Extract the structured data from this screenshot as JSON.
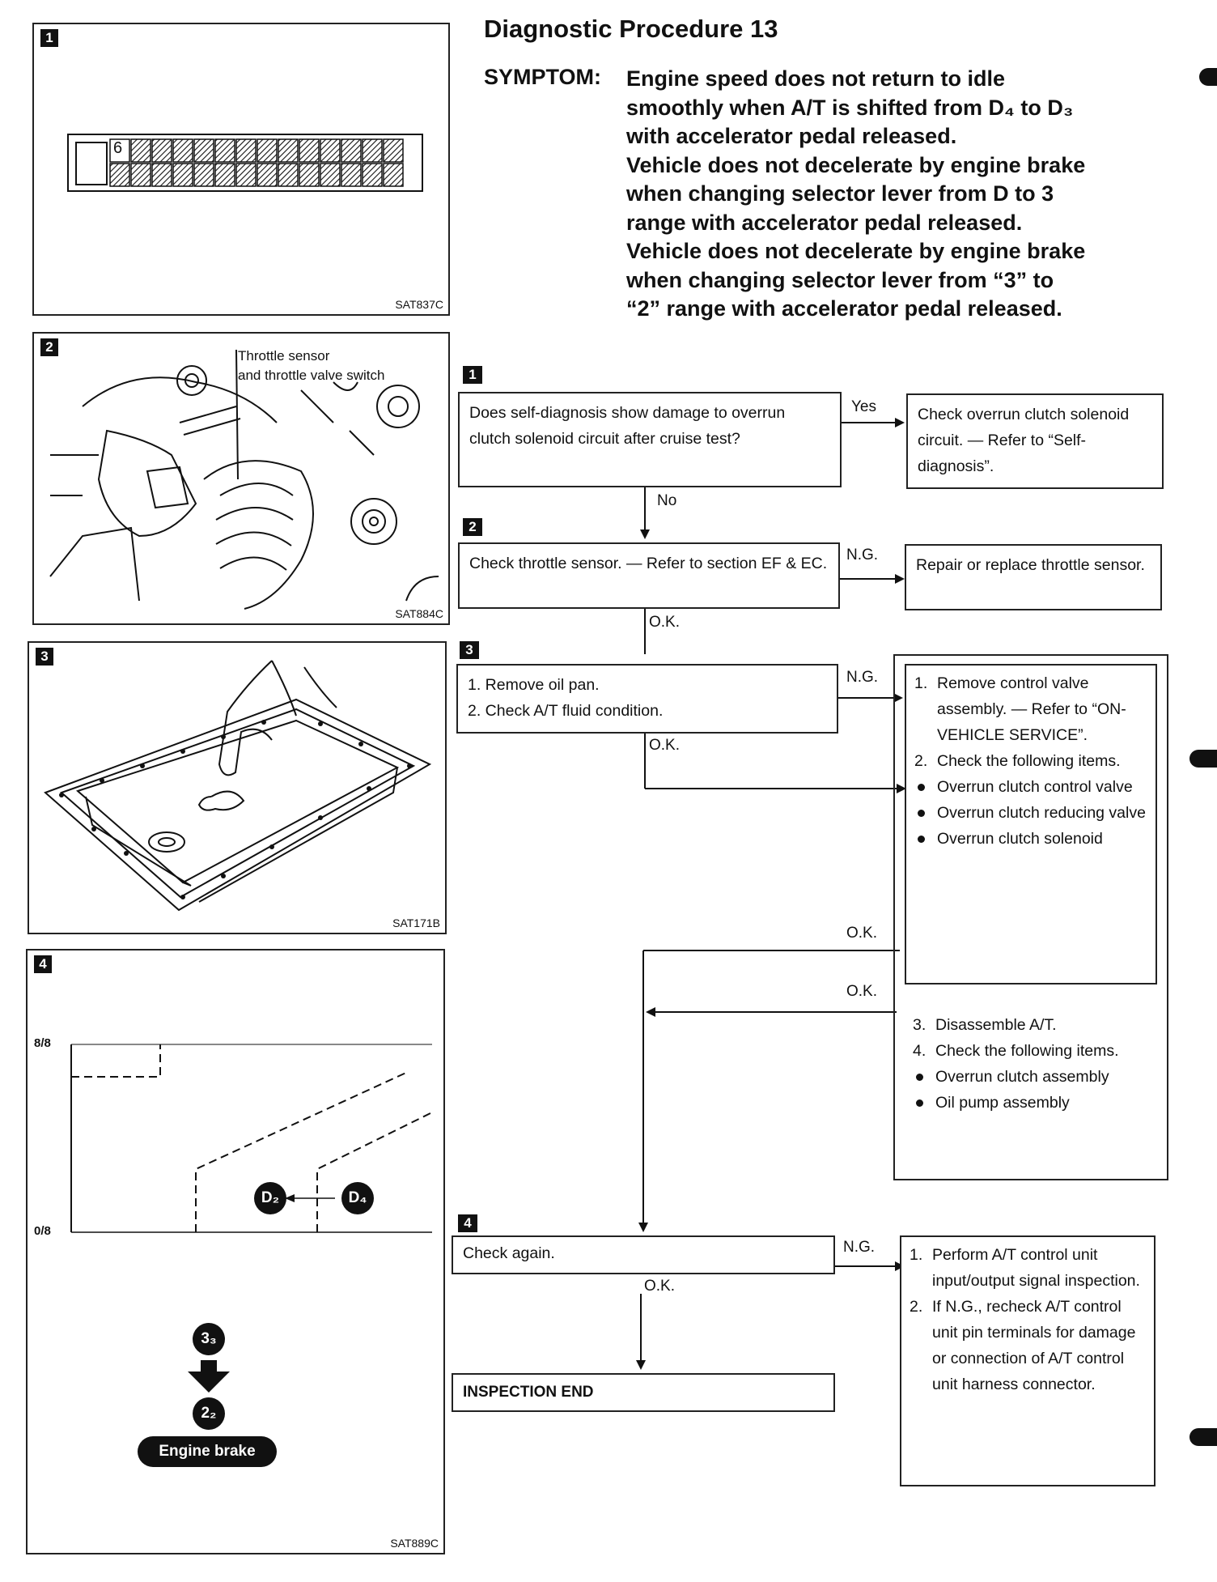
{
  "title": "Diagnostic Procedure 13",
  "symptom_label": "SYMPTOM:",
  "symptom_lines": [
    "Engine speed does not return to idle",
    "smoothly when A/T is shifted from D₄ to D₃",
    "with accelerator pedal released.",
    "Vehicle does not decelerate by engine brake",
    "when changing selector lever from D to 3",
    "range with accelerator pedal released.",
    "Vehicle does not decelerate by engine brake",
    "when changing selector lever from “3” to",
    "“2” range with accelerator pedal released."
  ],
  "figures": {
    "fig1": {
      "num": "1",
      "code": "SAT837C",
      "connector_digit": "6"
    },
    "fig2": {
      "num": "2",
      "code": "SAT884C",
      "callout_1": "Throttle sensor",
      "callout_2": "and throttle valve switch"
    },
    "fig3": {
      "num": "3",
      "code": "SAT171B"
    },
    "fig4": {
      "num": "4",
      "code": "SAT889C",
      "y_top": "8/8",
      "y_bottom": "0/8",
      "circle_d2": "D₂",
      "circle_d4": "D₄",
      "circle_33": "3₃",
      "circle_22": "2₂",
      "engine_brake": "Engine brake"
    }
  },
  "flow": {
    "step_nums": [
      "1",
      "2",
      "3",
      "4"
    ],
    "q1": "Does self-diagnosis show damage to overrun clutch solenoid circuit after cruise test?",
    "q1_yes": "Yes",
    "q1_no": "No",
    "r1": "Check overrun clutch solenoid circuit. — Refer to “Self- diagnosis”.",
    "q2": "Check throttle sensor. — Refer to section EF & EC.",
    "q2_ng": "N.G.",
    "q2_ok": "O.K.",
    "r2": "Repair or replace throttle sensor.",
    "q3_items": [
      "1. Remove oil pan.",
      "2. Check A/T fluid condition."
    ],
    "q3_ng": "N.G.",
    "q3_ok": "O.K.",
    "r3a_num1": "1.",
    "r3a_text1": "Remove control valve assembly. — Refer to “ON-VEHICLE SERVICE”.",
    "r3a_num2": "2.",
    "r3a_text2": "Check the following items.",
    "r3a_bullets": [
      "Overrun clutch control valve",
      "Overrun clutch reducing valve",
      "Overrun clutch solenoid"
    ],
    "r3a_ok": "O.K.",
    "r3b_num3": "3.",
    "r3b_text3": "Disassemble A/T.",
    "r3b_num4": "4.",
    "r3b_text4": "Check the following items.",
    "r3b_bullets": [
      "Overrun clutch assembly",
      "Oil pump assembly"
    ],
    "r3b_ok": "O.K.",
    "q4": "Check again.",
    "q4_ng": "N.G.",
    "q4_ok": "O.K.",
    "r4_num1": "1.",
    "r4_text1": "Perform A/T control unit input/output signal inspection.",
    "r4_num2": "2.",
    "r4_text2": "If N.G., recheck A/T control unit pin terminals for damage or connection of A/T control unit harness connector.",
    "end": "INSPECTION END"
  }
}
